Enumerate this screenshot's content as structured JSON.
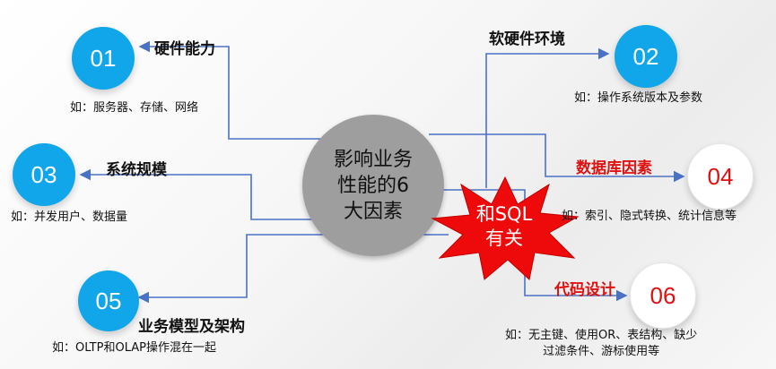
{
  "center": {
    "line1": "影响业务",
    "line2": "性能的6",
    "line3": "大因素"
  },
  "star": {
    "line1": "和SQL",
    "line2": "有关"
  },
  "factors": [
    {
      "number": "01",
      "label": "硬件能力",
      "detail": "如：服务器、存储、网络"
    },
    {
      "number": "02",
      "label": "软硬件环境",
      "detail": "如：操作系统版本及参数"
    },
    {
      "number": "03",
      "label": "系统规模",
      "detail": "如：并发用户、数据量"
    },
    {
      "number": "04",
      "label": "数据库因素",
      "detail": "如：索引、隐式转换、统计信息等"
    },
    {
      "number": "05",
      "label": "业务模型及架构",
      "detail": "如：OLTP和OLAP操作混在一起"
    },
    {
      "number": "06",
      "label": "代码设计",
      "detail_line1": "如：无主键、使用OR、表结构、缺少",
      "detail_line2": "过滤条件、游标使用等"
    }
  ],
  "colors": {
    "blue": "#10a6e9",
    "red": "#e01010",
    "connector": "#4a72c4",
    "center_gray": "#9e9e9e"
  }
}
